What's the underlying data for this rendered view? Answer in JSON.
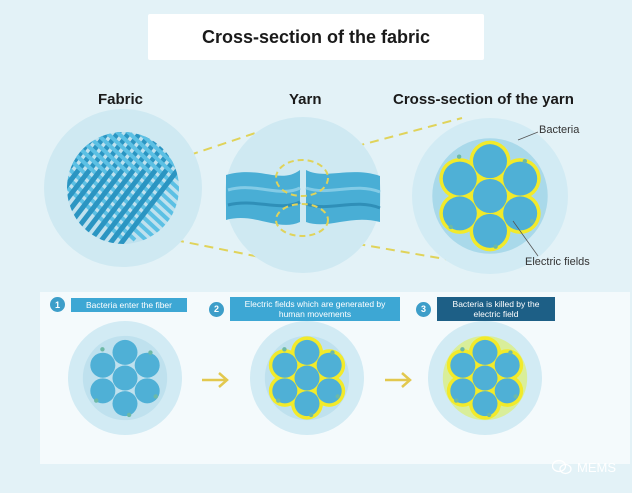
{
  "title": "Cross-section of the fabric",
  "columns": {
    "fabric": "Fabric",
    "yarn": "Yarn",
    "cross_section": "Cross-section of the yarn"
  },
  "annotations": {
    "bacteria": "Bacteria",
    "electric_fields": "Electric fields"
  },
  "steps": [
    {
      "num": "1",
      "text": "Bacteria enter the fiber"
    },
    {
      "num": "2",
      "text": "Electric fields which are generated by human movements"
    },
    {
      "num": "3",
      "text": "Bacteria is killed by the electric field"
    }
  ],
  "watermark": "MEMS",
  "colors": {
    "background": "#e3f2f7",
    "fiber": "#4fb0d6",
    "electric_field": "#f2ea2a",
    "dashed_link": "#e0d35a",
    "step_light": "#3da7d4",
    "step_dark": "#1d5f86"
  }
}
